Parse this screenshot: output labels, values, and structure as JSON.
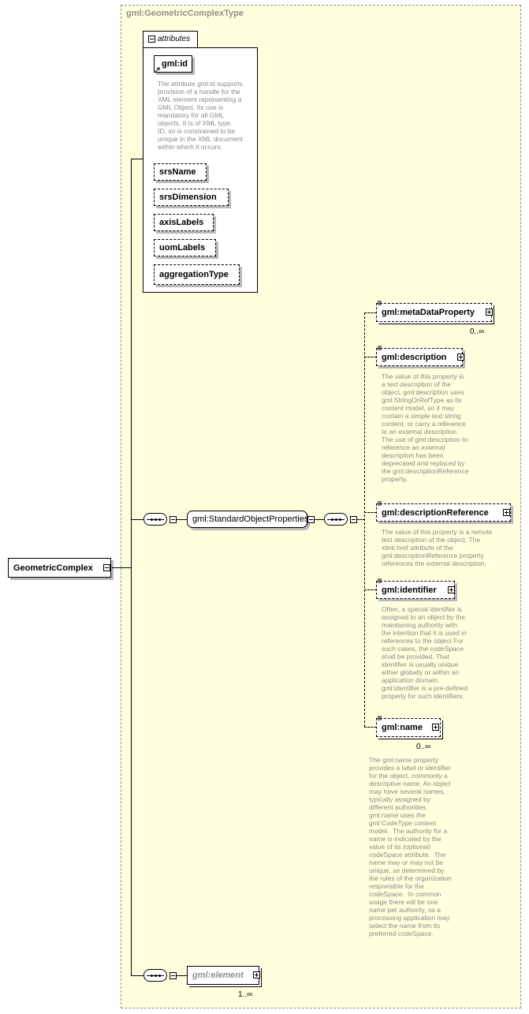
{
  "complex_type": {
    "title": "gml:GeometricComplexType"
  },
  "root": {
    "label": "GeometricComplex"
  },
  "attributes": {
    "tab_label": "attributes",
    "items": [
      {
        "label": "gml:id",
        "description": "The attribute gml:id supports\nprovision of a handle for the\nXML element representing a\nGML Object. Its use is\nmandatory for all GML\nobjects. It is of XML type\nID, so is constrained to be\nunique in the XML document\nwithin which it occurs."
      },
      {
        "label": "srsName"
      },
      {
        "label": "srsDimension"
      },
      {
        "label": "axisLabels"
      },
      {
        "label": "uomLabels"
      },
      {
        "label": "aggregationType"
      }
    ]
  },
  "group": {
    "label": "gml:StandardObjectProperties"
  },
  "elements": [
    {
      "label": "gml:metaDataProperty",
      "occurrence": "0..∞",
      "description": ""
    },
    {
      "label": "gml:description",
      "occurrence": "",
      "description": "The value of this property is\na text description of the\nobject. gml:description uses\ngml:StringOrRefType as its\ncontent model, so it may\ncontain a simple text string\ncontent, or carry a reference\nto an external description.\nThe use of gml:description to\nreference an external\ndescription has been\ndeprecated and replaced by\nthe gml:descriptionReference\nproperty."
    },
    {
      "label": "gml:descriptionReference",
      "occurrence": "",
      "description": "The value of this property is a remote\ntext description of the object. The\nxlink:href attribute of the\ngml:descriptionReference property\nreferences the external description."
    },
    {
      "label": "gml:identifier",
      "occurrence": "",
      "description": "Often, a special identifier is\nassigned to an object by the\nmaintaining authority with\nthe intention that it is used in\nreferences to the object For\nsuch cases, the codeSpace\nshall be provided. That\nidentifier is usually unique\neither globally or within an\napplication domain.\ngml:identifier is a pre-defined\nproperty for such identifiers."
    },
    {
      "label": "gml:name",
      "occurrence": "0..∞",
      "description": "The gml:name property\nprovides a label or identifier\nfor the object, commonly a\ndescriptive name. An object\nmay have several names,\ntypically assigned by\ndifferent authorities.\ngml:name uses the\ngml:CodeType content\nmodel.  The authority for a\nname is indicated by the\nvalue of its (optional)\ncodeSpace attribute.  The\nname may or may not be\nunique, as determined by\nthe rules of the organization\nresponsible for the\ncodeSpace.  In common\nusage there will be one\nname per authority, so a\nprocessing application may\nselect the name from its\npreferred codeSpace."
    }
  ],
  "member": {
    "label": "gml:element",
    "occurrence": "1..∞"
  }
}
